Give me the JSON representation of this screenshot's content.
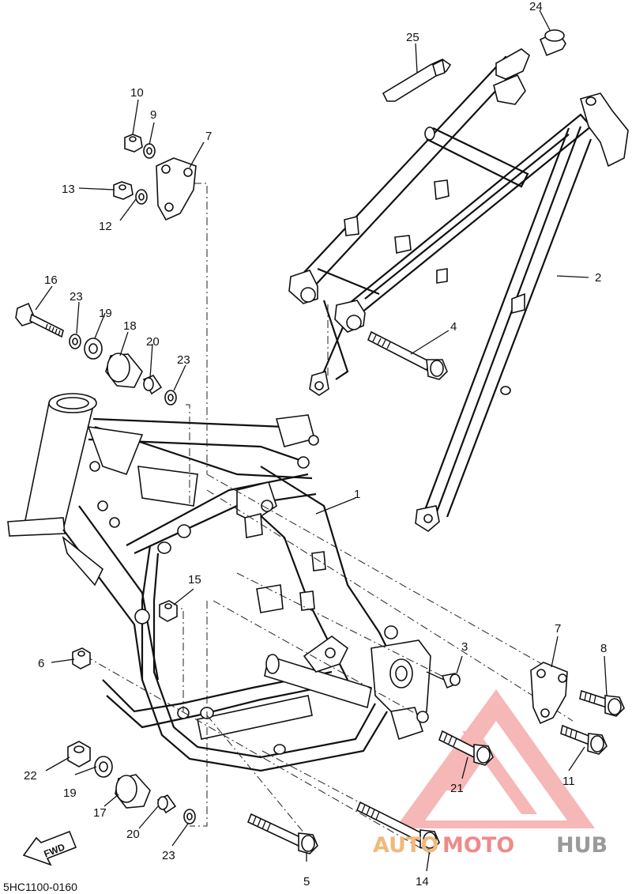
{
  "diagram_code": "5HC1100-0160",
  "fwd_label": "FWD",
  "watermark": {
    "part1": "AUTO",
    "part2": "MOTO",
    "part3": "HUB"
  },
  "callouts": {
    "c1": "1",
    "c2": "2",
    "c3": "3",
    "c4": "4",
    "c5": "5",
    "c6": "6",
    "c7a": "7",
    "c7b": "7",
    "c8": "8",
    "c9": "9",
    "c10": "10",
    "c11": "11",
    "c12": "12",
    "c13": "13",
    "c14": "14",
    "c15": "15",
    "c16": "16",
    "c17": "17",
    "c18": "18",
    "c19a": "19",
    "c19b": "19",
    "c20a": "20",
    "c20b": "20",
    "c21": "21",
    "c22": "22",
    "c23a": "23",
    "c23b": "23",
    "c23c": "23",
    "c24": "24",
    "c25": "25"
  },
  "colors": {
    "watermark_red": "#f08a8a",
    "watermark_orange": "#f3b87a",
    "watermark_gray": "#9a9a9a"
  }
}
